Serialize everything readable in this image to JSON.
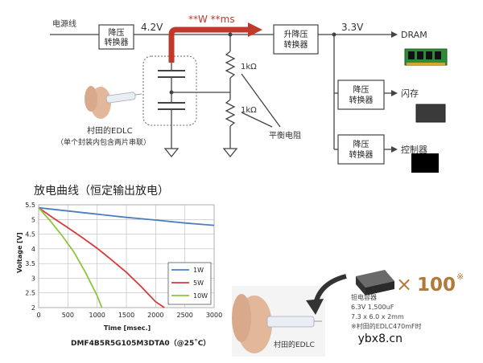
{
  "circuit": {
    "power_line_label": "电源线",
    "voltage_in": "4.2V",
    "voltage_out": "3.3V",
    "flow_label": "**W **ms",
    "buck_converter": [
      "降压",
      "转换器"
    ],
    "boost_buck_converter": [
      "升降压",
      "转换器"
    ],
    "resistor_top": "1kΩ",
    "resistor_bottom": "1kΩ",
    "balance_resistor_label": "平衡电阻",
    "edlc_label": "村田的EDLC",
    "edlc_note": "（单个封装内包含两片串联）",
    "loads": [
      {
        "label": "DRAM",
        "converter": null
      },
      {
        "label": "闪存",
        "converter": [
          "降压",
          "转换器"
        ]
      },
      {
        "label": "控制器",
        "converter": [
          "降压",
          "转换器"
        ]
      }
    ],
    "colors": {
      "arrow": "#c0392b",
      "line": "#444444",
      "dram_board": "#2e8b3a",
      "flash_chip": "#3a3a3a",
      "controller_chip": "#000000"
    }
  },
  "chart_title": "放电曲线（恒定输出放电）",
  "chart_data": {
    "type": "line",
    "xlabel": "Time [msec.]",
    "ylabel": "Voltage [V]",
    "xlim": [
      0,
      3000
    ],
    "ylim": [
      2,
      5.5
    ],
    "x_ticks": [
      "0",
      "500",
      "1000",
      "1500",
      "2000",
      "2500",
      "3000"
    ],
    "y_ticks": [
      "2",
      "2.5",
      "3",
      "3.5",
      "4",
      "4.5",
      "5",
      "5.5"
    ],
    "grid": true,
    "legend_position": "center-right",
    "series": [
      {
        "name": "1W",
        "color": "#4a7fc1",
        "x": [
          0,
          500,
          1000,
          1500,
          2000,
          2500,
          3000
        ],
        "y": [
          5.4,
          5.29,
          5.18,
          5.07,
          4.98,
          4.88,
          4.8
        ]
      },
      {
        "name": "5W",
        "color": "#d83a3a",
        "x": [
          0,
          250,
          500,
          750,
          1000,
          1250,
          1500,
          1750,
          2000,
          2150
        ],
        "y": [
          5.4,
          5.05,
          4.72,
          4.38,
          4.02,
          3.62,
          3.2,
          2.72,
          2.2,
          1.98
        ]
      },
      {
        "name": "10W",
        "color": "#8cc63f",
        "x": [
          0,
          200,
          400,
          600,
          800,
          1000,
          1080
        ],
        "y": [
          5.4,
          4.95,
          4.45,
          3.9,
          3.2,
          2.4,
          2.0
        ]
      }
    ],
    "caption": "DMF4B5R5G105M3DTA0（@25˚C）"
  },
  "product": {
    "multiplier": "100",
    "multiplier_prefix": "×",
    "multiplier_mark": "※",
    "name": "钽电容器",
    "spec1": "6.3V 1,500uF",
    "spec2": "7.3 x 6.0 x 2mm",
    "note": "※村田的EDLC470mF时",
    "photo_label": "村田的EDLC"
  },
  "watermark": "ybx8.cn"
}
